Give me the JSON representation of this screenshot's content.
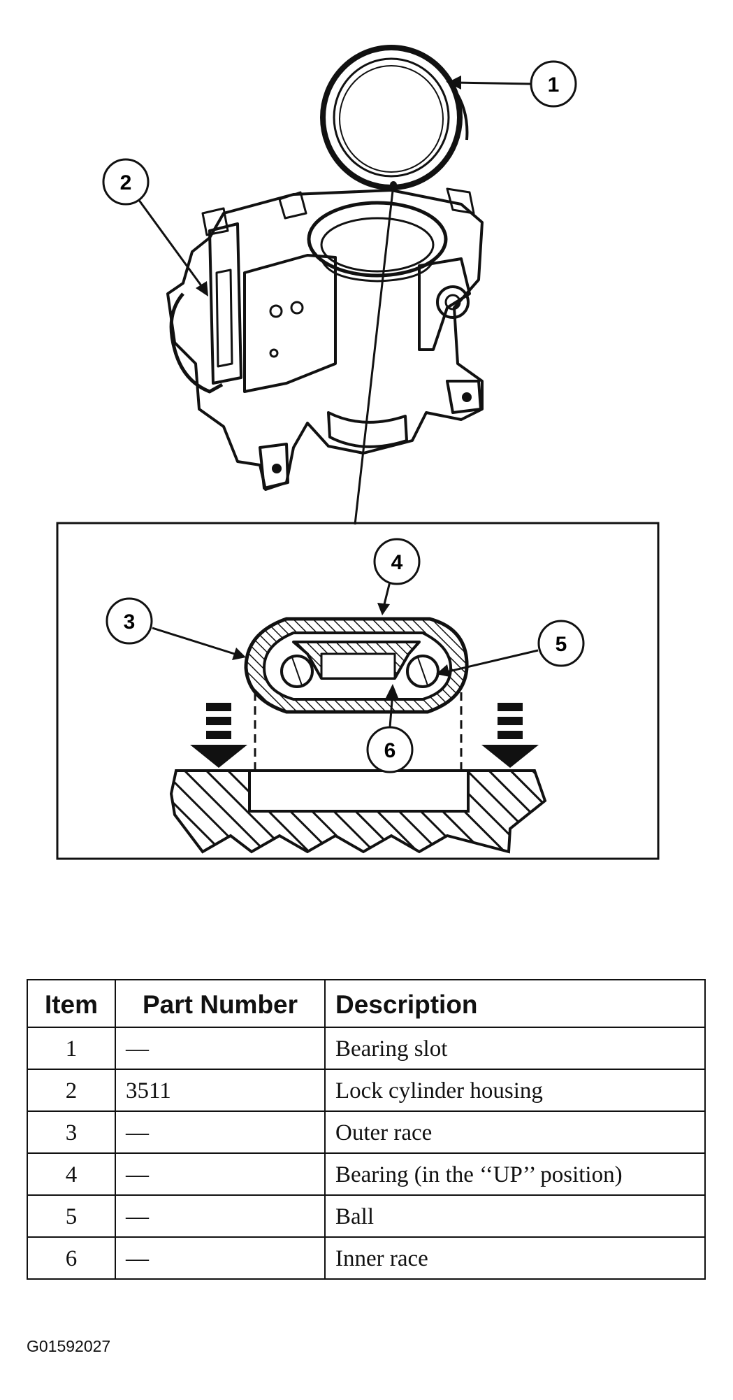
{
  "figure": {
    "callouts": [
      "1",
      "2",
      "3",
      "4",
      "5",
      "6"
    ]
  },
  "table": {
    "headers": {
      "item": "Item",
      "part_number": "Part Number",
      "description": "Description"
    },
    "rows": [
      {
        "item": "1",
        "part_number": "—",
        "description": "Bearing slot"
      },
      {
        "item": "2",
        "part_number": "3511",
        "description": "Lock cylinder housing"
      },
      {
        "item": "3",
        "part_number": "—",
        "description": "Outer race"
      },
      {
        "item": "4",
        "part_number": "—",
        "description": "Bearing (in the ‘‘UP’’ position)"
      },
      {
        "item": "5",
        "part_number": "—",
        "description": "Ball"
      },
      {
        "item": "6",
        "part_number": "—",
        "description": "Inner race"
      }
    ]
  },
  "figure_code": "G01592027"
}
